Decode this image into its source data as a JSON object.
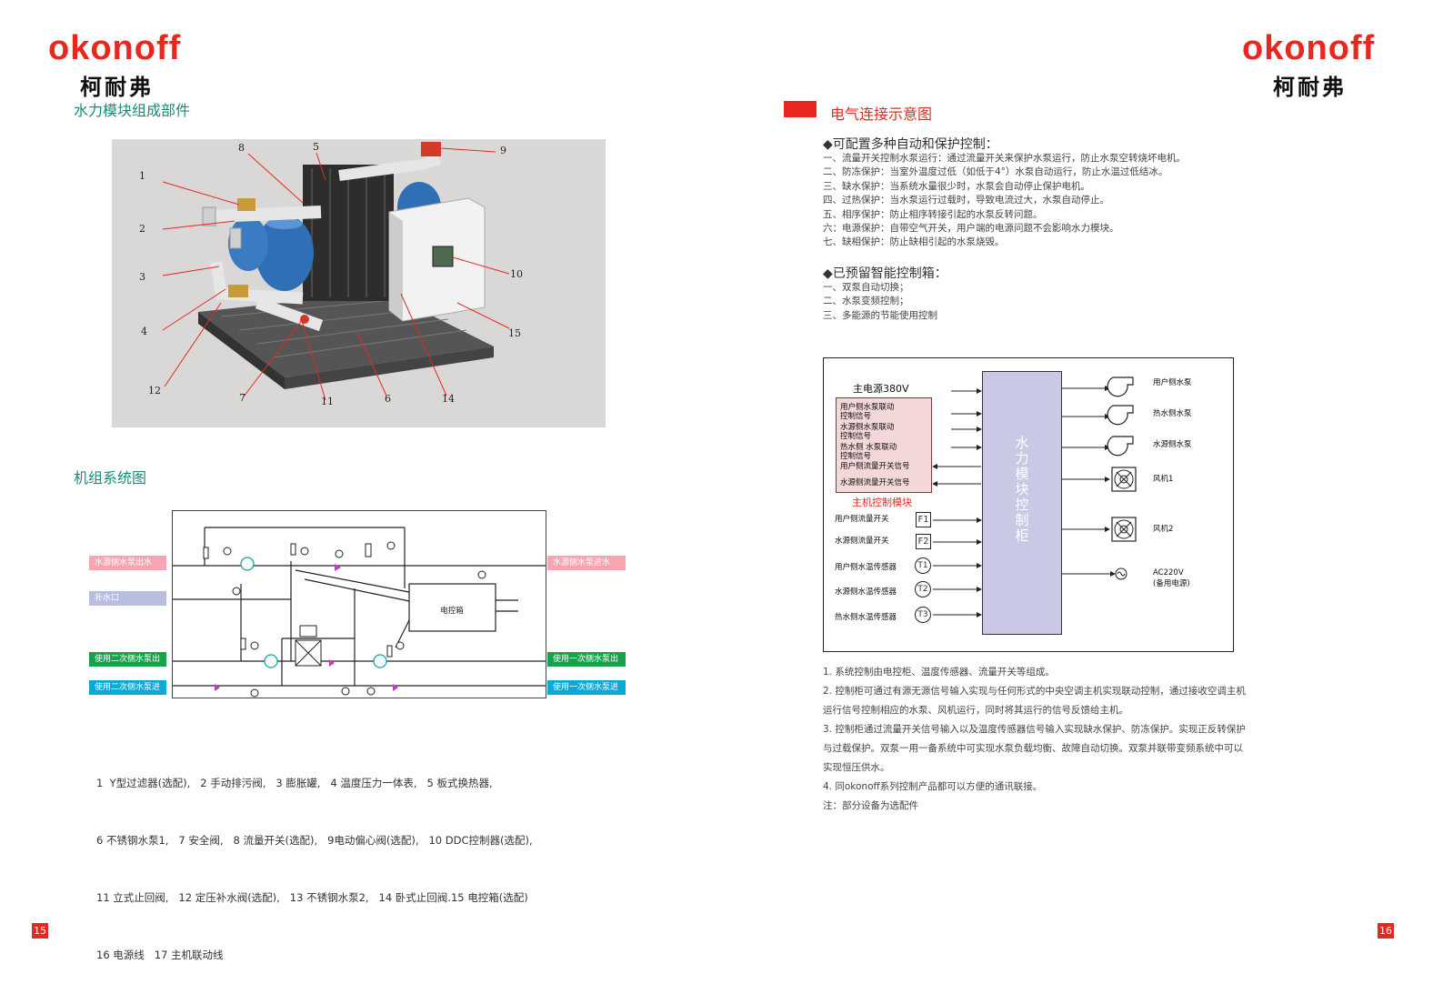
{
  "brand": {
    "logo": "okonoff",
    "name_cn": "柯耐弗"
  },
  "left": {
    "section1_title": "水力模块组成部件",
    "callouts": [
      "1",
      "2",
      "3",
      "4",
      "5",
      "6",
      "7",
      "8",
      "9",
      "10",
      "11",
      "12",
      "14",
      "15"
    ],
    "section2_title": "机组系统图",
    "schematic_tags": {
      "left1": "水源侧水泵出水",
      "left2": "补水口",
      "left3": "使用二次侧水泵出水",
      "left4": "使用二次侧水泵进水",
      "right1": "水源侧水泵进水",
      "right2": "使用一次侧水泵出水",
      "right3": "使用一次侧水泵进水"
    },
    "control_box_label": "电控箱",
    "legend_lines": [
      "1  Y型过滤器(选配),   2 手动排污阀,   3 膨胀罐,   4 温度压力一体表,   5 板式换热器,",
      "6 不锈钢水泵1,   7 安全阀,   8 流量开关(选配),   9电动偏心阀(选配),   10 DDC控制器(选配),",
      "11 立式止回阀,   12 定压补水阀(选配),   13 不锈钢水泵2,   14 卧式止回阀.15 电控箱(选配)",
      "16 电源线   17 主机联动线"
    ]
  },
  "right": {
    "title": "电气连接示意图",
    "list1_head": "◆可配置多种自动和保护控制：",
    "list1": [
      "一、流量开关控制水泵运行：通过流量开关来保护水泵运行，防止水泵空转烧坏电机。",
      "二、防冻保护：当室外温度过低（如低于4°）水泵自动运行，防止水温过低结冰。",
      "三、缺水保护：当系统水量很少时，水泵会自动停止保护电机。",
      "四、过热保护：当水泵运行过载时，导致电流过大，水泵自动停止。",
      "五、相序保护：防止相序转接引起的水泵反转问题。",
      "六：电源保护：自带空气开关，用户端的电源问题不会影响水力模块。",
      "七、缺相保护：防止缺相引起的水泵烧毁。"
    ],
    "list2_head": "◆已预留智能控制箱：",
    "list2": [
      "一、双泵自动切换；",
      "二、水泵变频控制；",
      "三、多能源的节能使用控制"
    ],
    "wiring": {
      "main_power": "主电源380V",
      "signals": [
        "用户侧水泵联动\n控制信号",
        "水源侧水泵联动\n控制信号",
        "热水侧 水泵联动\n控制信号",
        "用户侧流量开关信号",
        "水源侧流量开关信号"
      ],
      "host_module": "主机控制模块",
      "center": "水力模块控制柜",
      "inputs": [
        {
          "label": "用户侧流量开关",
          "tag": "F1"
        },
        {
          "label": "水源侧流量开关",
          "tag": "F2"
        },
        {
          "label": "用户侧水温传感器",
          "tag": "T1"
        },
        {
          "label": "水源侧水温传感器",
          "tag": "T2"
        },
        {
          "label": "热水侧水温传感器",
          "tag": "T3"
        }
      ],
      "outputs": [
        "用户侧水泵",
        "热水侧水泵",
        "水源侧水泵",
        "风机1",
        "风机2"
      ],
      "ac_label_1": "AC220V",
      "ac_label_2": "(备用电源)"
    },
    "notes": [
      "1. 系统控制由电控柜、温度传感器、流量开关等组成。",
      "2. 控制柜可通过有源无源信号输入实现与任何形式的中央空调主机实现联动控制，通过接收空调主机",
      "运行信号控制相应的水泵、风机运行，同时将其运行的信号反馈给主机。",
      "3. 控制柜通过流量开关信号输入以及温度传感器信号输入实现缺水保护、防冻保护。实现正反转保护",
      "与过载保护。双泵一用一备系统中可实现水泵负载均衡、故障自动切换。双泵并联带变频系统中可以",
      "实现恒压供水。",
      "4. 同okonoff系列控制产品都可以方便的通讯联接。",
      "注：部分设备为选配件"
    ]
  },
  "page_numbers": {
    "left": "15",
    "right": "16"
  }
}
